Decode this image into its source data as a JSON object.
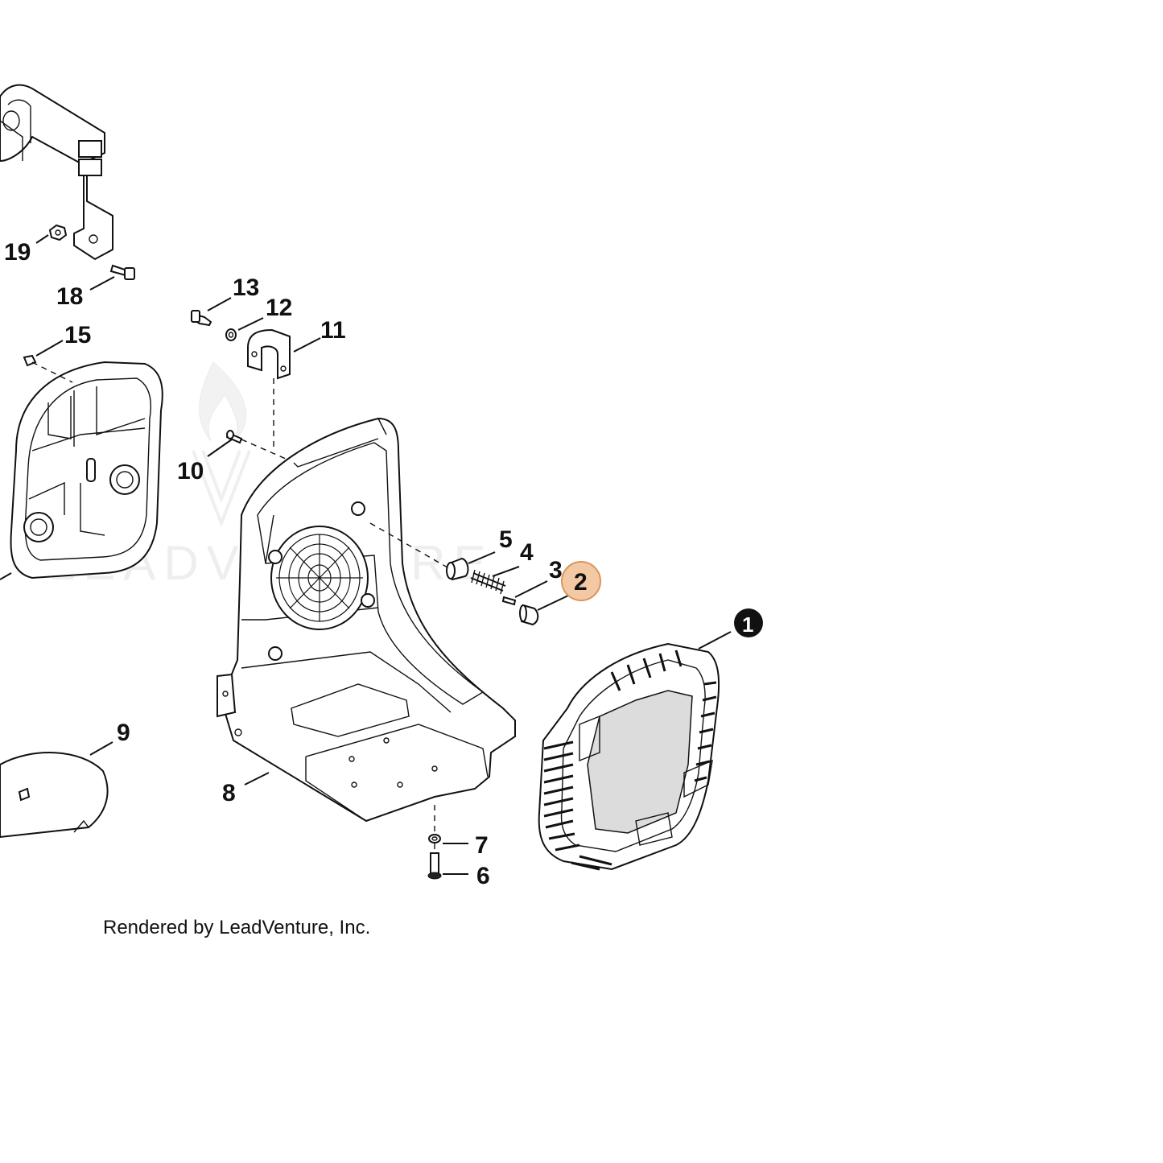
{
  "callouts": [
    {
      "id": "19",
      "label": "19"
    },
    {
      "id": "18",
      "label": "18"
    },
    {
      "id": "13",
      "label": "13"
    },
    {
      "id": "12",
      "label": "12"
    },
    {
      "id": "11",
      "label": "11"
    },
    {
      "id": "15",
      "label": "15"
    },
    {
      "id": "10",
      "label": "10"
    },
    {
      "id": "5",
      "label": "5"
    },
    {
      "id": "4",
      "label": "4"
    },
    {
      "id": "3",
      "label": "3"
    },
    {
      "id": "2",
      "label": "2",
      "highlighted": true
    },
    {
      "id": "1",
      "label": "1",
      "inverted": true
    },
    {
      "id": "9",
      "label": "9"
    },
    {
      "id": "8",
      "label": "8"
    },
    {
      "id": "7",
      "label": "7"
    },
    {
      "id": "6",
      "label": "6"
    }
  ],
  "watermark": "LEADVENTURE",
  "credit": "Rendered by LeadVenture, Inc.",
  "colors": {
    "highlight_fill": "#f3c9a3",
    "highlight_stroke": "#d9955c",
    "ink": "#111111"
  }
}
